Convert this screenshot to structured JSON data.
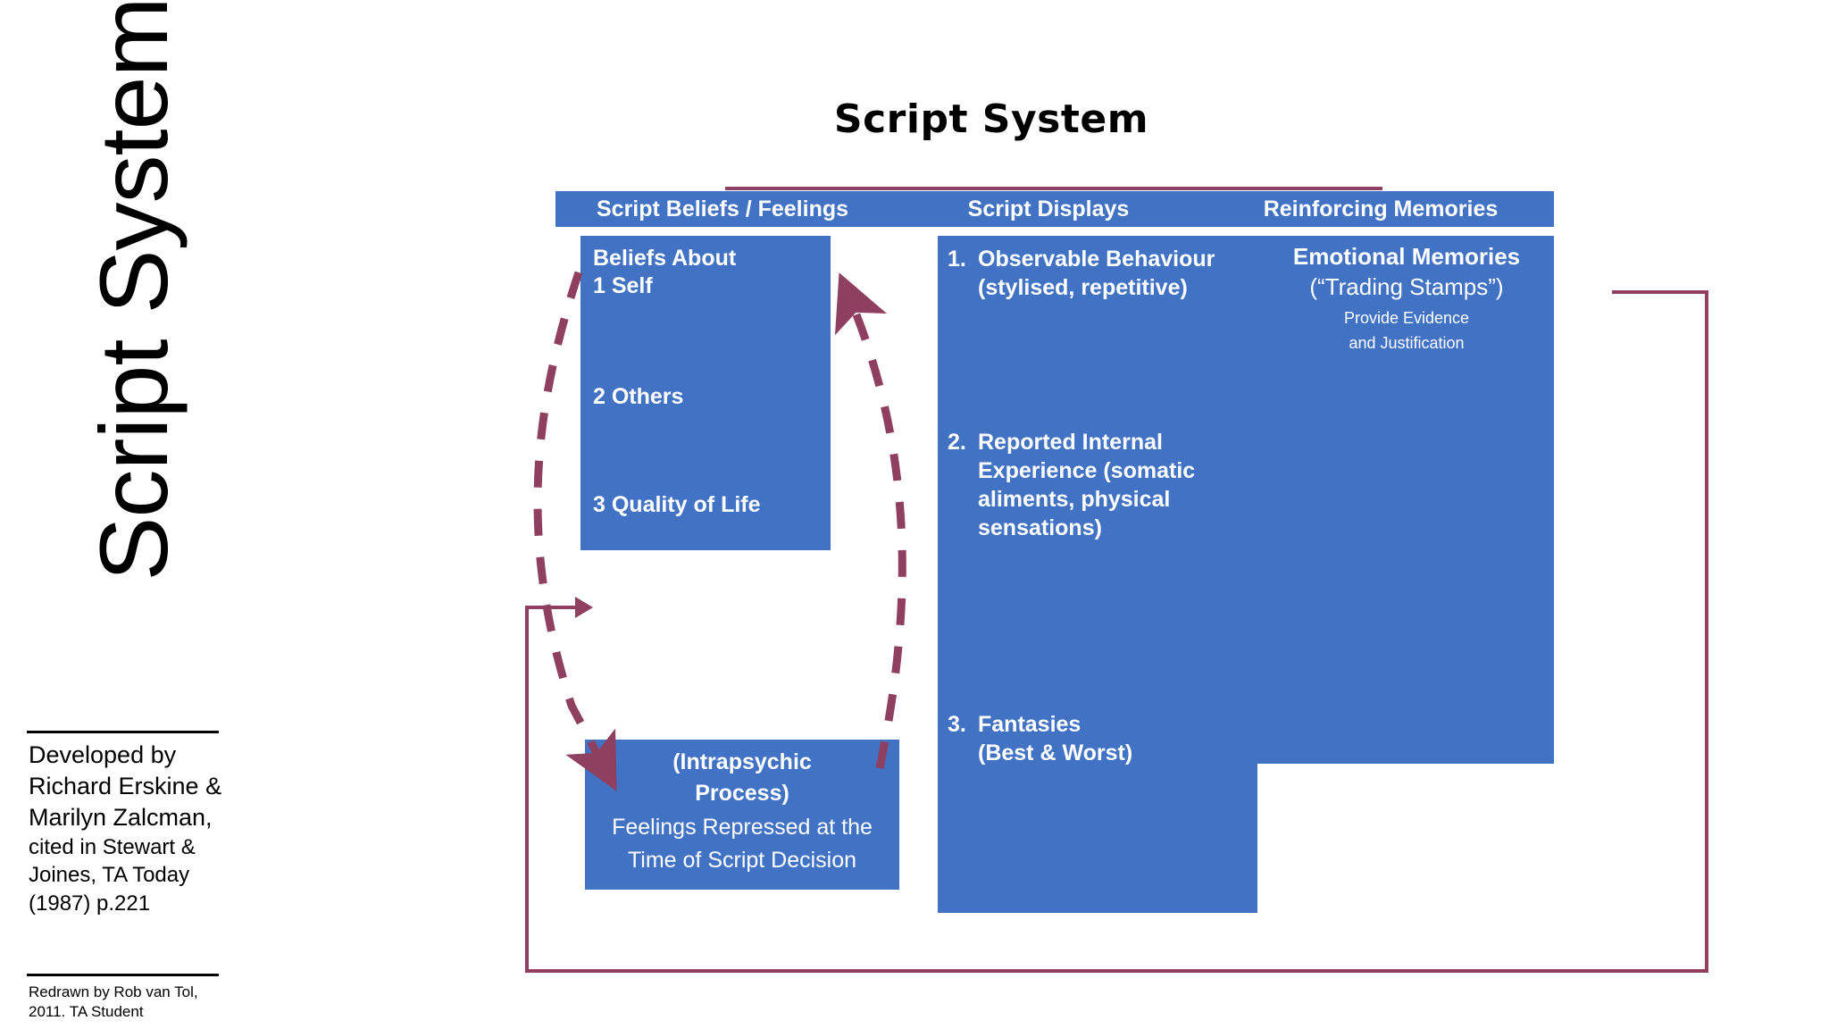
{
  "vertical_title": "Script System",
  "page_title": "Script System",
  "columns": [
    {
      "header": "Script Beliefs / Feelings"
    },
    {
      "header": "Script Displays"
    },
    {
      "header": "Reinforcing Memories"
    }
  ],
  "beliefs_box": {
    "heading": "Beliefs About",
    "items": [
      "1 Self",
      "2 Others",
      "3 Quality of Life"
    ]
  },
  "displays_box": {
    "items": [
      {
        "num": "1.",
        "line1": "Observable Behaviour",
        "line2": "(stylised, repetitive)"
      },
      {
        "num": "2.",
        "line1": "Reported Internal",
        "line2": "Experience (somatic",
        "line3": "aliments, physical",
        "line4": "sensations)"
      },
      {
        "num": "3.",
        "line1": "Fantasies",
        "line2": "(Best & Worst)"
      }
    ]
  },
  "memories_box": {
    "title": "Emotional Memories",
    "subtitle": "(“Trading Stamps”)",
    "note_line1": "Provide Evidence",
    "note_line2": "and Justification"
  },
  "intrapsychic_box": {
    "title_line1": "(Intrapsychic",
    "title_line2": "Process)",
    "body_line1": "Feelings Repressed at the",
    "body_line2": "Time of Script Decision"
  },
  "credits": {
    "developed_line1": "Developed by",
    "developed_line2": "Richard Erskine &",
    "developed_line3": "Marilyn Zalcman,",
    "cited_line1": "cited in Stewart &",
    "cited_line2": "Joines, TA Today",
    "cited_line3": "(1987) p.221",
    "redrawn_line1": "Redrawn by Rob van Tol,",
    "redrawn_line2": "2011. TA Student"
  },
  "colors": {
    "blue": "#4272c4",
    "dark_red": "#8f3f5f",
    "text_on_blue": "#ffffff",
    "black": "#000000"
  }
}
